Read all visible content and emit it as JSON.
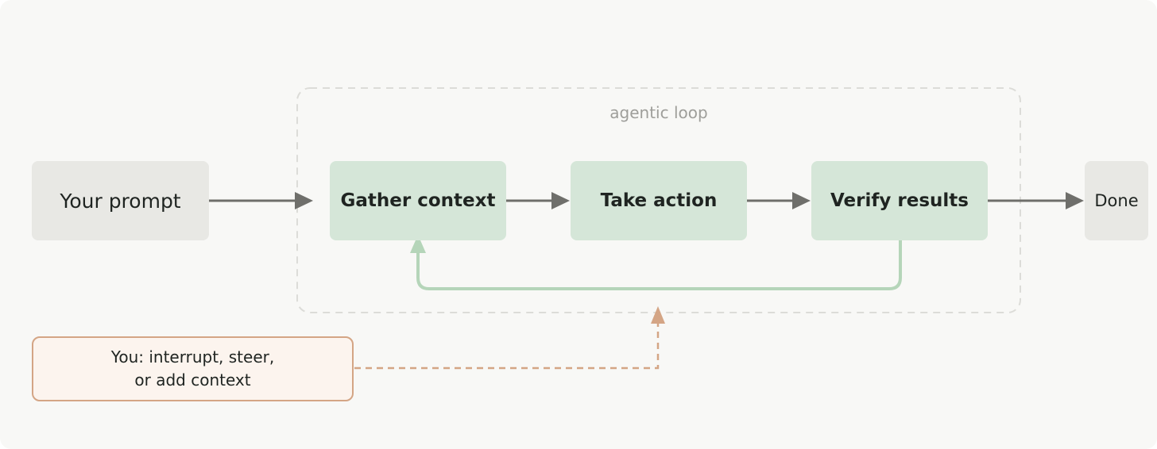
{
  "loop_label": "agentic loop",
  "nodes": {
    "prompt": "Your prompt",
    "gather": "Gather context",
    "action": "Take action",
    "verify": "Verify results",
    "done": "Done"
  },
  "human": {
    "line1": "You: interrupt, steer,",
    "line2": "or add context"
  },
  "colors": {
    "background": "#f8f8f6",
    "gray_node": "#e8e8e4",
    "green_node": "#d5e6d8",
    "flow_arrow": "#6f6f6b",
    "loop_arrow": "#b5d5b9",
    "loop_border": "#dcdcd8",
    "human_border": "#d4a585",
    "human_fill": "#fcf4ee"
  }
}
